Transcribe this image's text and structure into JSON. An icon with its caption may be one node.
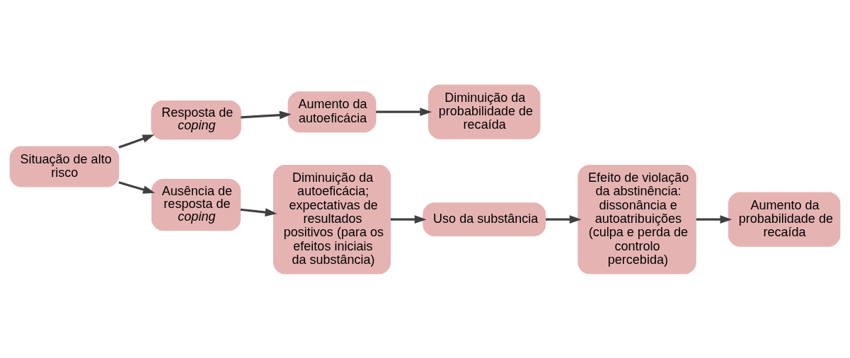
{
  "diagram": {
    "nodes": [
      {
        "text": [
          "Situação de alto risco"
        ]
      },
      {
        "text": [
          "Resposta de *coping*"
        ]
      },
      {
        "text": [
          "Aumento da autoeficácia"
        ]
      },
      {
        "text": [
          "Diminuição da probabilidade de recaída"
        ]
      },
      {
        "text": [
          "Ausência de resposta de *coping*"
        ]
      },
      {
        "text": [
          "Diminuição da autoeficácia; expectativas de resultados positivos (para os efeitos iniciais da substância)"
        ]
      },
      {
        "text": [
          "Uso da substância"
        ]
      },
      {
        "text": [
          "Efeito de violação da abstinência: dissonância e autoatribuições (culpa e perda de controlo percebida)"
        ]
      },
      {
        "text": [
          "Aumento da probabilidade de recaída"
        ]
      }
    ],
    "edges": [
      {
        "from": 0,
        "to": 1,
        "arrow": "to"
      },
      {
        "from": 1,
        "to": 2,
        "arrow": "to"
      },
      {
        "from": 2,
        "to": 3,
        "arrow": "to"
      },
      {
        "from": 0,
        "to": 4,
        "arrow": "to"
      },
      {
        "from": 4,
        "to": 5,
        "arrow": "to"
      },
      {
        "from": 5,
        "to": 6,
        "arrow": "to"
      },
      {
        "from": 6,
        "to": 7,
        "arrow": "to"
      },
      {
        "from": 7,
        "to": 8,
        "arrow": "to"
      }
    ]
  }
}
